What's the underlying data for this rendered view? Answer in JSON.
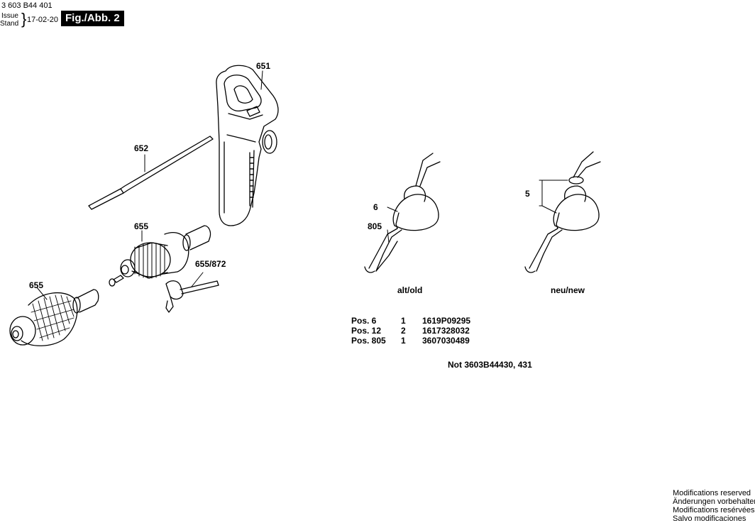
{
  "header": {
    "doc_code": "3 603 B44 401",
    "issue_label": "Issue",
    "stand_label": "Stand",
    "date": "17-02-20",
    "figure": "Fig./Abb. 2"
  },
  "parts": {
    "p651": "651",
    "p652": "652",
    "p655_top": "655",
    "p655_left": "655",
    "p655_872": "655/872",
    "p6": "6",
    "p805": "805",
    "p5": "5"
  },
  "captions": {
    "old": "alt/old",
    "new": "neu/new"
  },
  "positions": [
    {
      "pos": "Pos. 6",
      "qty": "1",
      "number": "1619P09295"
    },
    {
      "pos": "Pos. 12",
      "qty": "2",
      "number": "1617328032"
    },
    {
      "pos": "Pos. 805",
      "qty": "1",
      "number": "3607030489"
    }
  ],
  "note": "Not 3603B44430, 431",
  "modifications": [
    "Modifications reserved",
    "Änderungen vorbehalten",
    "Modifications resérvées",
    "Salvo modificaciones"
  ]
}
